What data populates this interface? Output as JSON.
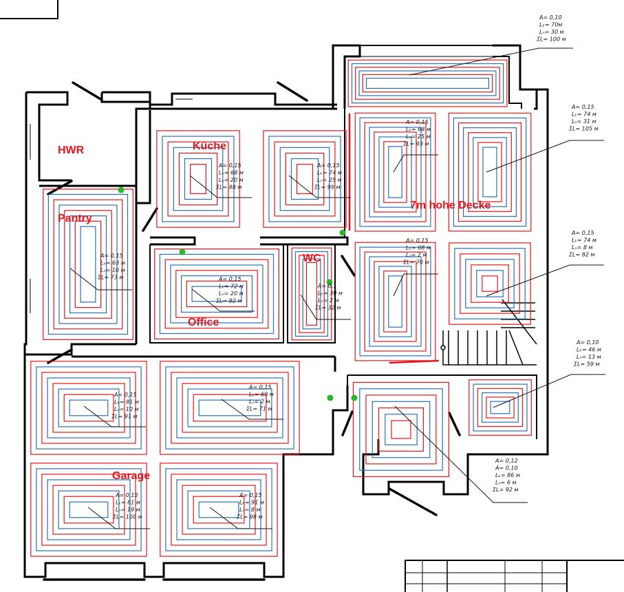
{
  "colors": {
    "wall": "#000000",
    "supply_pipe": "#e8141c",
    "return_pipe": "#2c6fb7",
    "label": "#e8141c",
    "distributor_dot": "#2db52d",
    "annotation": "#111111"
  },
  "room_labels": {
    "hwr": "HWR",
    "kueche": "Küche",
    "pantry": "Pantry",
    "office": "Office",
    "wc": "WC",
    "high_ceiling": "7m hohe Decke",
    "garage": "Garage"
  },
  "loops": [
    {
      "id": "loop-top",
      "lines": [
        "A= 0,10",
        "Lₖ= 70м",
        "Lₙ= 30 м",
        "ΣL= 100 м"
      ]
    },
    {
      "id": "loop-kueche-left",
      "lines": [
        "A= 0,15",
        "Lₖ= 68 м",
        "Lₙ= 20 м",
        "ΣL= 88 м"
      ]
    },
    {
      "id": "loop-kueche-right",
      "lines": [
        "A= 0,15",
        "Lₖ= 74 м",
        "Lₙ= 25 м",
        "ΣL= 99 м"
      ]
    },
    {
      "id": "loop-hall-upper-left",
      "lines": [
        "A= 0,15",
        "Lₖ= 68 м",
        "Lₙ= 25 м",
        "ΣL= 93 м"
      ]
    },
    {
      "id": "loop-hall-upper-right",
      "lines": [
        "A= 0,15",
        "Lₖ= 74 м",
        "Lₙ= 31 м",
        "ΣL= 105 м"
      ]
    },
    {
      "id": "loop-pantry",
      "lines": [
        "A= 0,15",
        "Lₖ= 63 м",
        "Lₙ= 10 м",
        "ΣL= 73 м"
      ]
    },
    {
      "id": "loop-office",
      "lines": [
        "A= 0,15",
        "Lₖ= 72 м",
        "Lₙ= 20 м",
        "ΣL= 92 м"
      ]
    },
    {
      "id": "loop-wc",
      "lines": [
        "A= 0,1",
        "Lₖ= 30 м",
        "Lₙ= 2 м",
        "ΣL= 32 м"
      ]
    },
    {
      "id": "loop-hall-lower-left",
      "lines": [
        "A= 0,15",
        "Lₖ= 68 м",
        "Lₙ= 2 м",
        "ΣL= 70 м"
      ]
    },
    {
      "id": "loop-hall-lower-right",
      "lines": [
        "A= 0,15",
        "Lₖ= 74 м",
        "Lₙ= 8 м",
        "ΣL= 82 м"
      ]
    },
    {
      "id": "loop-small-right",
      "lines": [
        "A= 0,10",
        "Lₖ= 46 м",
        "Lₙ= 13 м",
        "ΣL= 59 м"
      ]
    },
    {
      "id": "loop-garage-1",
      "lines": [
        "A= 0,15",
        "Lₖ= 81 м",
        "Lₙ= 10 м",
        "ΣL= 91 м"
      ]
    },
    {
      "id": "loop-garage-2",
      "lines": [
        "A= 0,15",
        "Lₖ= 69 м",
        "Lₙ= 2 м",
        "ΣL= 71 м"
      ]
    },
    {
      "id": "loop-bath",
      "lines": [
        "A= 0,12",
        "A= 0,10",
        "Lₖ= 86 м",
        "Lₙ= 6 м",
        "ΣL= 92 м"
      ]
    },
    {
      "id": "loop-garage-3",
      "lines": [
        "A= 0,15",
        "Lₖ= 81 м",
        "Lₙ= 19 м",
        "ΣL= 100 м"
      ]
    },
    {
      "id": "loop-garage-4",
      "lines": [
        "A= 0,15",
        "Lₖ= 91 м",
        "Lₙ= 8 м",
        "ΣL= 98 м"
      ]
    }
  ]
}
